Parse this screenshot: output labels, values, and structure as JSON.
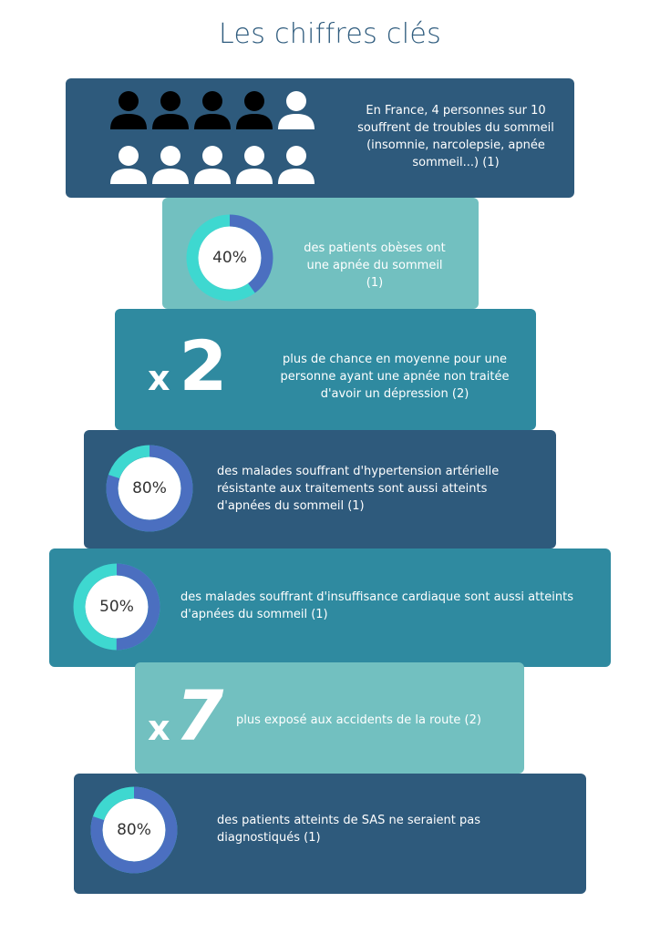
{
  "title": "Les chiffres clés",
  "colors": {
    "dark": "#2e5a7c",
    "mid": "#2f8aa0",
    "light": "#72c0c0",
    "ring_cyan": "#3ed8d0",
    "ring_blue": "#4b6fc0"
  },
  "stats": [
    {
      "kind": "people",
      "icon": "person-icon",
      "filled": 4,
      "total": 10,
      "text": "En France, 4 personnes sur 10 souffrent de troubles du sommeil (insomnie, narcolepsie, apnée sommeil...) (1)"
    },
    {
      "kind": "donut",
      "label": "40%",
      "value": 40,
      "text": "des patients obèses ont une apnée du sommeil (1)"
    },
    {
      "kind": "multiplier",
      "x": "x",
      "n": "2",
      "text": "plus de chance en moyenne pour une personne ayant une apnée non traitée d'avoir un dépression (2)"
    },
    {
      "kind": "donut",
      "label": "80%",
      "value": 80,
      "text": "des malades souffrant d'hypertension artérielle résistante aux traitements sont aussi atteints d'apnées du sommeil (1)"
    },
    {
      "kind": "donut",
      "label": "50%",
      "value": 50,
      "text": "des malades souffrant d'insuffisance cardiaque sont aussi atteints d'apnées du sommeil (1)"
    },
    {
      "kind": "multiplier",
      "x": "x",
      "n": "7",
      "text": "plus exposé aux accidents de la route (2)"
    },
    {
      "kind": "donut",
      "label": "80%",
      "value": 80,
      "text": "des patients atteints de SAS ne seraient pas diagnostiqués (1)"
    }
  ]
}
